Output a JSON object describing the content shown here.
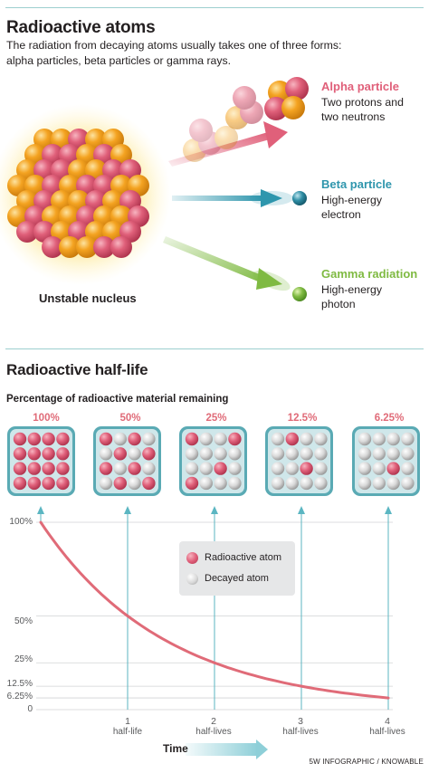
{
  "section1": {
    "title": "Radioactive atoms",
    "intro_line1": "The radiation from decaying atoms usually takes one of three forms:",
    "intro_line2": "alpha particles, beta particles or gamma rays.",
    "nucleus_label": "Unstable nucleus",
    "alpha": {
      "title": "Alpha particle",
      "desc1": "Two protons and",
      "desc2": "two neutrons",
      "color": "#e0607a"
    },
    "beta": {
      "title": "Beta particle",
      "desc1": "High-energy",
      "desc2": "electron",
      "color": "#2f96ad"
    },
    "gamma": {
      "title": "Gamma radiation",
      "desc1": "High-energy",
      "desc2": "photon",
      "color": "#7fba42"
    }
  },
  "section2": {
    "title": "Radioactive half-life",
    "chart_title": "Percentage of radioactive material remaining",
    "boxes": [
      {
        "label": "100%",
        "radioactive": 16
      },
      {
        "label": "50%",
        "radioactive": 8
      },
      {
        "label": "25%",
        "radioactive": 4
      },
      {
        "label": "12.5%",
        "radioactive": 2
      },
      {
        "label": "6.25%",
        "radioactive": 1
      }
    ],
    "legend": {
      "radioactive": "Radioactive atom",
      "decayed": "Decayed atom"
    },
    "time_label": "Time",
    "credit": "5W INFOGRAPHIC / KNOWABLE"
  },
  "chart_data": {
    "type": "line",
    "title": "Percentage of radioactive material remaining",
    "xlabel": "Time",
    "x_ticks": [
      {
        "value": 1,
        "label": "half-life"
      },
      {
        "value": 2,
        "label": "half-lives"
      },
      {
        "value": 3,
        "label": "half-lives"
      },
      {
        "value": 4,
        "label": "half-lives"
      }
    ],
    "y_ticks": [
      "100%",
      "50%",
      "25%",
      "12.5%",
      "6.25%",
      "0"
    ],
    "xlim": [
      0,
      4
    ],
    "ylim": [
      0,
      100
    ],
    "series": [
      {
        "values": [
          [
            0,
            100
          ],
          [
            1,
            50
          ],
          [
            2,
            25
          ],
          [
            3,
            12.5
          ],
          [
            4,
            6.25
          ]
        ],
        "color": "#e06b78"
      }
    ],
    "grid": true
  }
}
